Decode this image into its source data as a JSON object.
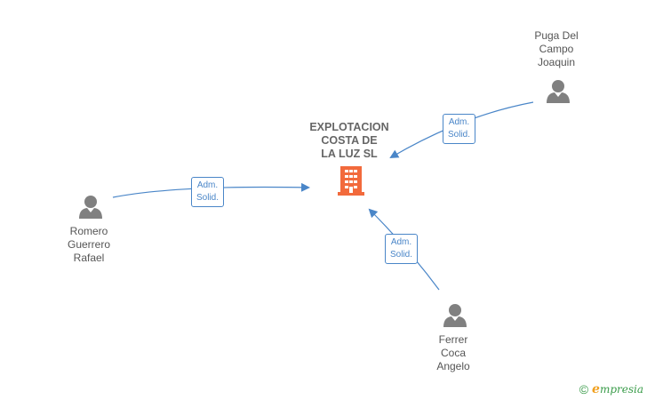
{
  "company": {
    "name": "EXPLOTACION\nCOSTA DE\nLA LUZ  SL",
    "icon": "building-icon",
    "color": "#f26a3c"
  },
  "people": [
    {
      "id": "puga",
      "name": "Puga Del\nCampo\nJoaquin",
      "icon": "person-icon"
    },
    {
      "id": "romero",
      "name": "Romero\nGuerrero\nRafael",
      "icon": "person-icon"
    },
    {
      "id": "ferrer",
      "name": "Ferrer\nCoca\nAngelo",
      "icon": "person-icon"
    }
  ],
  "edges": [
    {
      "from": "puga",
      "label": "Adm.\nSolid."
    },
    {
      "from": "romero",
      "label": "Adm.\nSolid."
    },
    {
      "from": "ferrer",
      "label": "Adm.\nSolid."
    }
  ],
  "colors": {
    "edge": "#4a86c8",
    "person": "#808080",
    "brand": "#3a9c4a",
    "brand_accent": "#f0a020"
  },
  "brand": {
    "copyright": "©",
    "initial": "e",
    "name": "mpresia"
  }
}
